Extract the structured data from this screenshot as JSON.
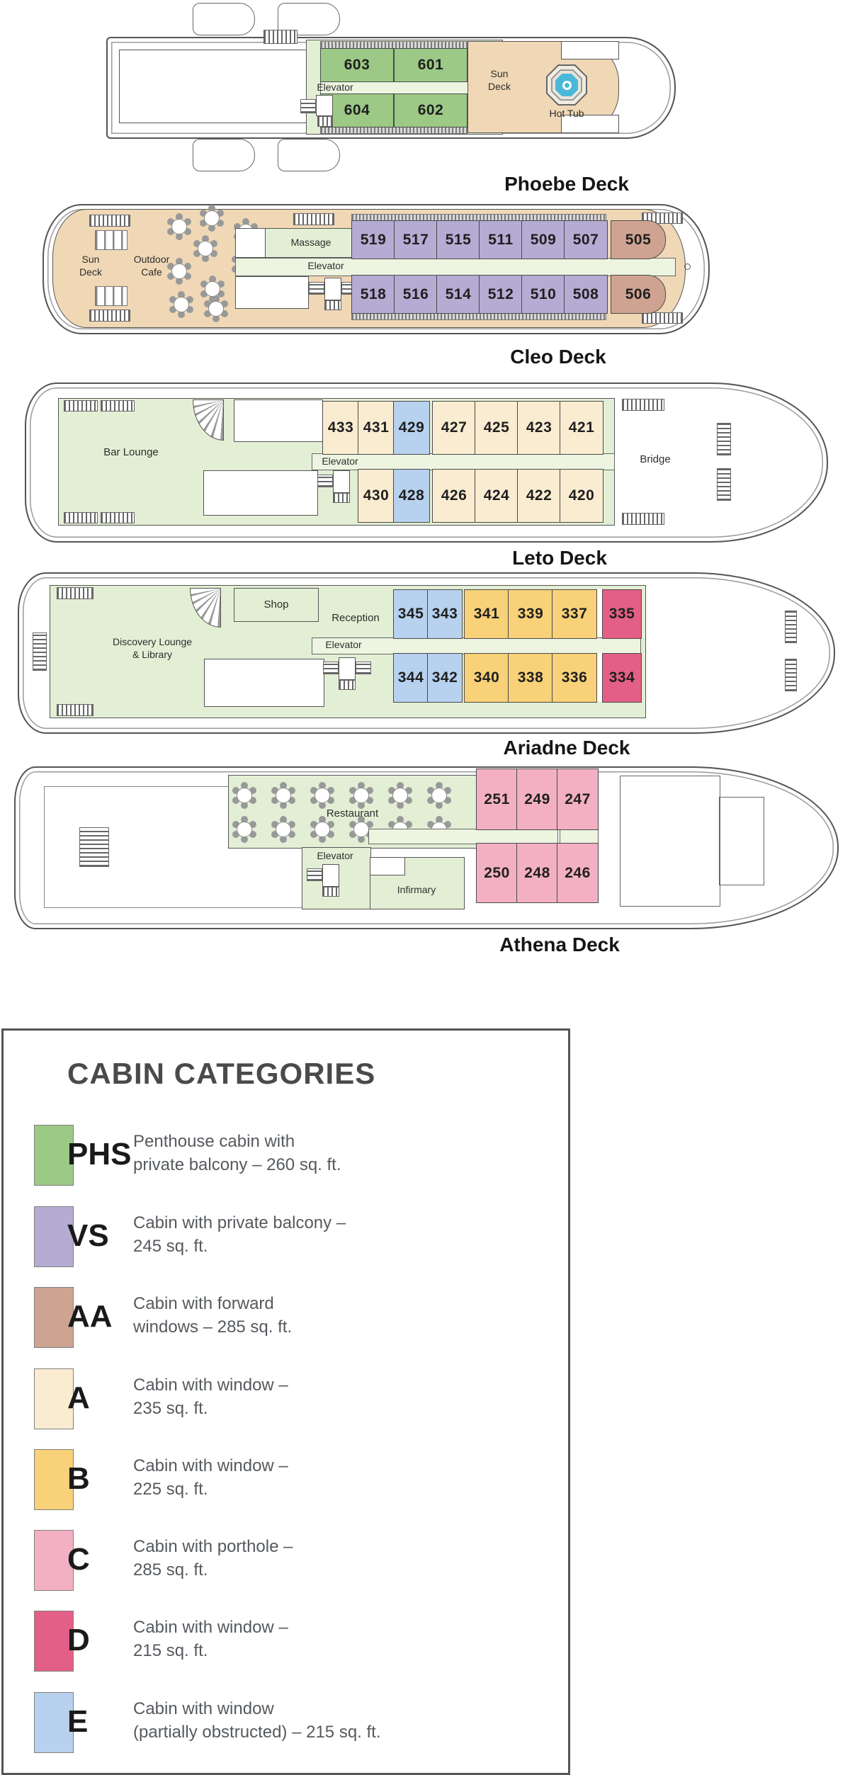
{
  "decks": [
    {
      "name": "Phoebe Deck",
      "rooms": {
        "elevator": "Elevator",
        "sun_deck": "Sun\nDeck",
        "hot_tub": "Hot Tub"
      },
      "cabins": [
        {
          "num": "603",
          "category": "PHS"
        },
        {
          "num": "601",
          "category": "PHS"
        },
        {
          "num": "604",
          "category": "PHS"
        },
        {
          "num": "602",
          "category": "PHS"
        }
      ]
    },
    {
      "name": "Cleo Deck",
      "rooms": {
        "sun_deck": "Sun\nDeck",
        "outdoor_cafe": "Outdoor\nCafe",
        "massage": "Massage",
        "elevator": "Elevator"
      },
      "cabins": [
        {
          "num": "519",
          "category": "VS"
        },
        {
          "num": "517",
          "category": "VS"
        },
        {
          "num": "515",
          "category": "VS"
        },
        {
          "num": "511",
          "category": "VS"
        },
        {
          "num": "509",
          "category": "VS"
        },
        {
          "num": "507",
          "category": "VS"
        },
        {
          "num": "505",
          "category": "AA"
        },
        {
          "num": "518",
          "category": "VS"
        },
        {
          "num": "516",
          "category": "VS"
        },
        {
          "num": "514",
          "category": "VS"
        },
        {
          "num": "512",
          "category": "VS"
        },
        {
          "num": "510",
          "category": "VS"
        },
        {
          "num": "508",
          "category": "VS"
        },
        {
          "num": "506",
          "category": "AA"
        }
      ]
    },
    {
      "name": "Leto Deck",
      "rooms": {
        "bar_lounge": "Bar Lounge",
        "elevator": "Elevator",
        "bridge": "Bridge"
      },
      "cabins": [
        {
          "num": "433",
          "category": "A"
        },
        {
          "num": "431",
          "category": "A"
        },
        {
          "num": "429",
          "category": "E"
        },
        {
          "num": "427",
          "category": "A"
        },
        {
          "num": "425",
          "category": "A"
        },
        {
          "num": "423",
          "category": "A"
        },
        {
          "num": "421",
          "category": "A"
        },
        {
          "num": "430",
          "category": "A"
        },
        {
          "num": "428",
          "category": "E"
        },
        {
          "num": "426",
          "category": "A"
        },
        {
          "num": "424",
          "category": "A"
        },
        {
          "num": "422",
          "category": "A"
        },
        {
          "num": "420",
          "category": "A"
        }
      ]
    },
    {
      "name": "Ariadne Deck",
      "rooms": {
        "discovery_lounge": "Discovery Lounge\n& Library",
        "shop": "Shop",
        "reception": "Reception",
        "elevator": "Elevator"
      },
      "cabins": [
        {
          "num": "345",
          "category": "E"
        },
        {
          "num": "343",
          "category": "E"
        },
        {
          "num": "341",
          "category": "B"
        },
        {
          "num": "339",
          "category": "B"
        },
        {
          "num": "337",
          "category": "B"
        },
        {
          "num": "335",
          "category": "D"
        },
        {
          "num": "344",
          "category": "E"
        },
        {
          "num": "342",
          "category": "E"
        },
        {
          "num": "340",
          "category": "B"
        },
        {
          "num": "338",
          "category": "B"
        },
        {
          "num": "336",
          "category": "B"
        },
        {
          "num": "334",
          "category": "D"
        }
      ]
    },
    {
      "name": "Athena Deck",
      "rooms": {
        "restaurant": "Restaurant",
        "elevator": "Elevator",
        "infirmary": "Infirmary"
      },
      "cabins": [
        {
          "num": "251",
          "category": "C"
        },
        {
          "num": "249",
          "category": "C"
        },
        {
          "num": "247",
          "category": "C"
        },
        {
          "num": "250",
          "category": "C"
        },
        {
          "num": "248",
          "category": "C"
        },
        {
          "num": "246",
          "category": "C"
        }
      ]
    }
  ],
  "legend": {
    "title": "CABIN CATEGORIES",
    "entries": [
      {
        "code": "PHS",
        "color": "#9cc986",
        "desc": "Penthouse cabin with\nprivate balcony – 260 sq. ft."
      },
      {
        "code": "VS",
        "color": "#b5abd3",
        "desc": "Cabin with private balcony –\n245 sq. ft."
      },
      {
        "code": "AA",
        "color": "#cfa392",
        "desc": "Cabin with forward\nwindows – 285 sq. ft."
      },
      {
        "code": "A",
        "color": "#faecd1",
        "desc": "Cabin with window –\n235 sq. ft."
      },
      {
        "code": "B",
        "color": "#f8d178",
        "desc": "Cabin with window –\n225 sq. ft."
      },
      {
        "code": "C",
        "color": "#f3b0c3",
        "desc": "Cabin with porthole –\n285 sq. ft."
      },
      {
        "code": "D",
        "color": "#e45f88",
        "desc": "Cabin with window –\n215 sq. ft."
      },
      {
        "code": "E",
        "color": "#b7d1ee",
        "desc": "Cabin with window\n(partially obstructed) – 215 sq. ft."
      }
    ]
  },
  "colors": {
    "public_room_green": "#e3efd5",
    "corridor_green": "#edf5e1",
    "sun_deck_tan": "#f0d8b6",
    "hot_tub_blue": "#4ab8d9",
    "hull_outline": "#555555"
  }
}
